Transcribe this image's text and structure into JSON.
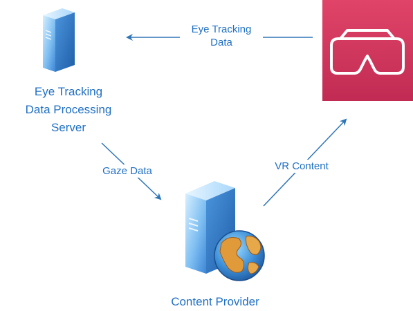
{
  "nodes": {
    "eye_tracking_server": {
      "label_lines": [
        "Eye Tracking",
        "Data Processing",
        "Server"
      ],
      "icon": "server-icon"
    },
    "content_provider": {
      "label": "Content Provider",
      "icon": "web-server-globe-icon"
    },
    "vr_headset": {
      "icon": "vr-headset-icon"
    }
  },
  "edges": {
    "eye_tracking_data": {
      "label_lines": [
        "Eye Tracking",
        "Data"
      ]
    },
    "gaze_data": {
      "label": "Gaze Data"
    },
    "vr_content": {
      "label": "VR Content"
    }
  },
  "colors": {
    "text": "#1f6fc4",
    "edge": "#2e75b6",
    "vr_tile": "#d8385e",
    "vr_tile_dark": "#b71e47",
    "server_light": "#bfe3ff",
    "server_mid": "#6fb6ee",
    "server_dark": "#2f78c8"
  }
}
